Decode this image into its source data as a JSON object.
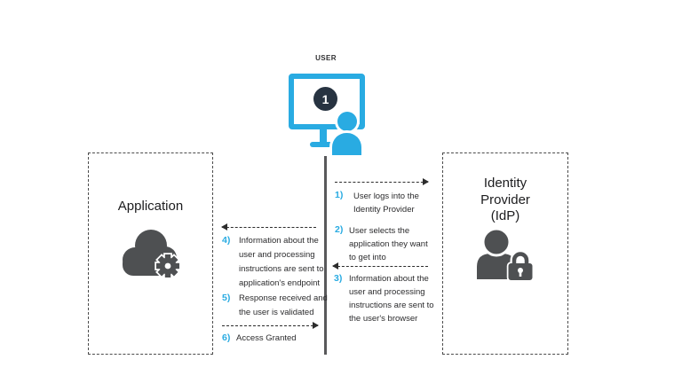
{
  "diagram": {
    "user": {
      "label": "USER",
      "screen_badge": "1"
    },
    "application": {
      "title": "Application"
    },
    "idp": {
      "title": "Identity\nProvider\n(IdP)"
    },
    "steps": [
      {
        "num": "1)",
        "text": "User logs into the\nIdentity Provider"
      },
      {
        "num": "2)",
        "text": "User selects the\napplication they want\nto get into"
      },
      {
        "num": "3)",
        "text": "Information about the\nuser and processing\ninstructions are sent to\nthe user's browser"
      },
      {
        "num": "4)",
        "text": "Information about the\nuser and processing\ninstructions are sent  to\napplication's endpoint"
      },
      {
        "num": "5)",
        "text": "Response received and\nthe user is validated"
      },
      {
        "num": "6)",
        "text": "Access Granted"
      }
    ],
    "colors": {
      "accent_blue": "#29abe2",
      "icon_gray": "#4e5052",
      "badge_navy": "#273341",
      "timeline_gray": "#59595b",
      "ink": "#2b2b2d"
    }
  }
}
